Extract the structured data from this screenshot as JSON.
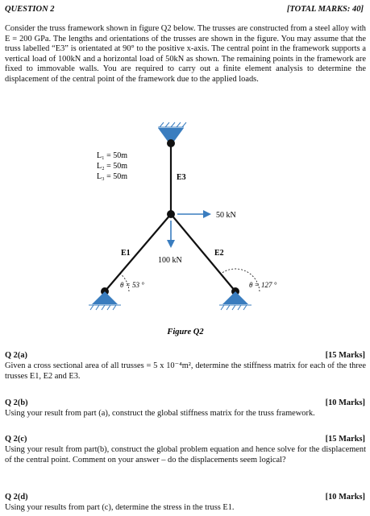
{
  "header": {
    "question": "QUESTION 2",
    "marks": "[TOTAL MARKS: 40]"
  },
  "intro": "Consider the truss framework shown in figure Q2 below. The trusses are constructed from a steel alloy with E = 200 GPa. The lengths and orientations of the trusses are shown in the figure. You may assume that the truss labelled “E3” is orientated at 90° to the positive x-axis. The central point in the framework supports a vertical load of 100kN and a horizontal load of 50kN as shown. The remaining points in the framework are fixed to immovable walls. You are required to carry out a finite element analysis to determine the displacement of the central point of the framework due to the applied loads.",
  "figure": {
    "L1": "L₁ = 50m",
    "L2": "L₂ = 50m",
    "L3": "L₃ = 50m",
    "e3": "E3",
    "e1": "E1",
    "e2": "E2",
    "horizontal_load": "50 kN",
    "vertical_load": "100 kN",
    "angle_left": "θ = 53 °",
    "angle_right": "θ = 127 °",
    "caption": "Figure Q2",
    "colors": {
      "member": "#111111",
      "support": "#3a7dbf",
      "node": "#111111",
      "arrow": "#3a7dbf"
    }
  },
  "questions": [
    {
      "id": "Q 2(a)",
      "marks": "[15 Marks]",
      "text": "Given a cross sectional area of all trusses = 5 x 10⁻⁴m², determine the stiffness matrix for each of the three trusses E1, E2 and E3."
    },
    {
      "id": "Q 2(b)",
      "marks": "[10 Marks]",
      "text": "Using your result from part (a), construct the global stiffness matrix for the truss framework."
    },
    {
      "id": "Q 2(c)",
      "marks": "[15 Marks]",
      "text": "Using your result from part(b), construct the global problem equation and hence solve for the displacement of the central point. Comment on your answer – do the displacements seem logical?"
    },
    {
      "id": "Q 2(d)",
      "marks": "[10 Marks]",
      "text": "Using your results from part (c), determine the stress in the truss E1."
    }
  ]
}
